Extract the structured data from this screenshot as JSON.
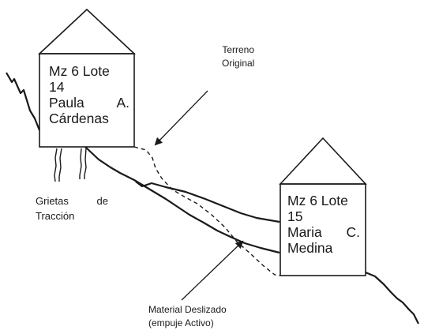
{
  "house_left": {
    "line1": "Mz 6 Lote",
    "line2": "14",
    "line3a": "Paula",
    "line3b": "A.",
    "line4": "Cárdenas"
  },
  "house_right": {
    "line1": "Mz 6 Lote",
    "line2": "15",
    "line3a": "Maria",
    "line3b": "C.",
    "line4": "Medina"
  },
  "labels": {
    "terreno_1": "Terreno",
    "terreno_2": "Original",
    "grietas_a": "Grietas",
    "grietas_b": "de",
    "grietas_2": "Tracción",
    "material_1": "Material Deslizado",
    "material_2": "(empuje Activo)"
  }
}
